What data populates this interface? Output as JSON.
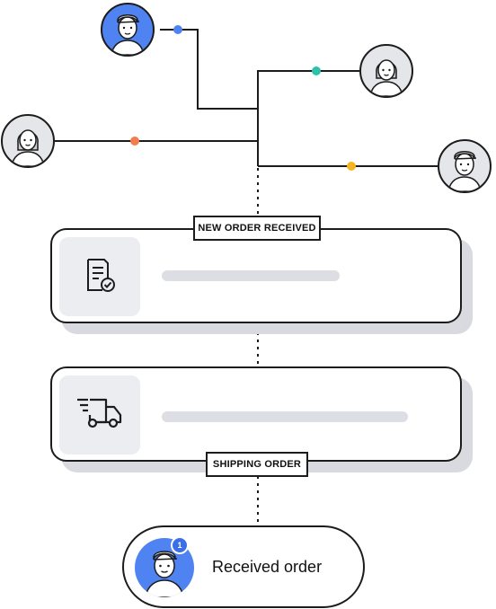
{
  "colors": {
    "line": "#1c1c1c",
    "dot_top_customer": "#4f83f1",
    "dot_right_upper": "#2bc2a9",
    "dot_left": "#f27d4e",
    "dot_right_lower": "#f5b521",
    "avatar_highlight": "#4f83f1",
    "avatar_neutral": "#e4e6ea",
    "card_shadow": "#d8dae0",
    "skeleton": "#dcdee3",
    "badge": "#3a6fe8"
  },
  "customers": [
    {
      "id": "top",
      "avatar": "male-customer-avatar",
      "highlight": true
    },
    {
      "id": "right-upper",
      "avatar": "female-customer-avatar",
      "highlight": false
    },
    {
      "id": "left",
      "avatar": "female-customer-avatar",
      "highlight": false
    },
    {
      "id": "right-lower",
      "avatar": "male-customer-avatar",
      "highlight": false
    }
  ],
  "stages": [
    {
      "label": "NEW ORDER RECEIVED",
      "icon": "document-check-icon"
    },
    {
      "label": "SHIPPING ORDER",
      "icon": "delivery-truck-icon"
    }
  ],
  "received": {
    "label": "Received order",
    "badge_count": "1",
    "avatar": "male-customer-avatar"
  }
}
